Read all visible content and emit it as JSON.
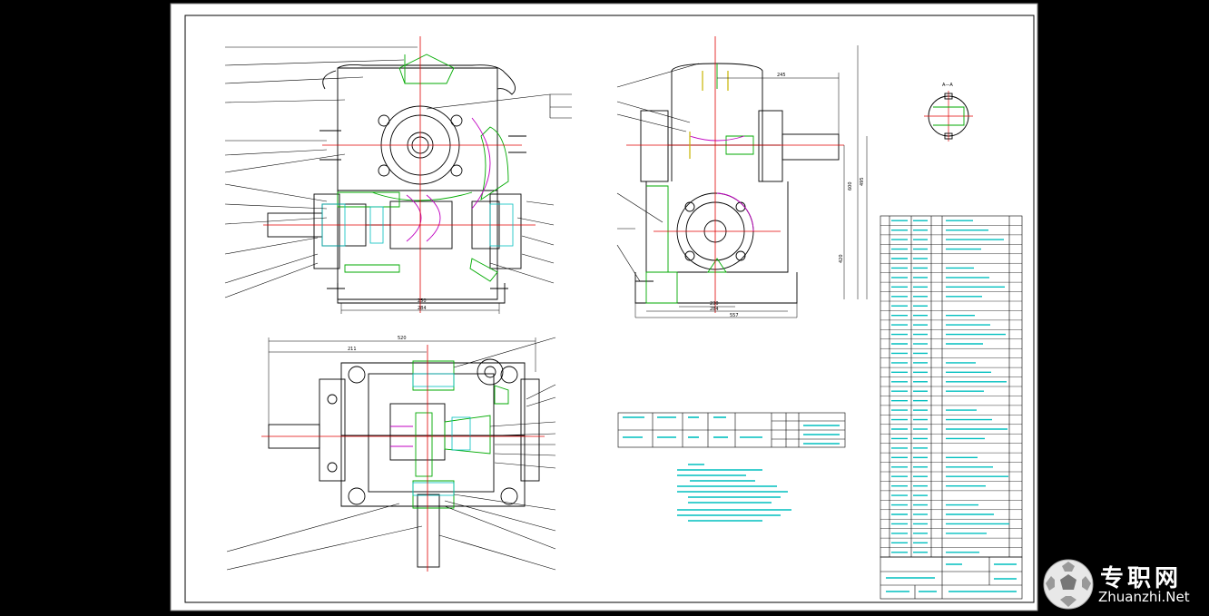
{
  "watermark": {
    "cn_text": "专职网",
    "en_text": "Zhuanzhi.Net",
    "logo_icon": "soccer-ball-icon"
  },
  "drawing": {
    "front_view": {
      "dim_bottom": [
        "250",
        "284"
      ]
    },
    "side_view": {
      "dim_top": "245",
      "dim_right": [
        "600",
        "495",
        "420"
      ],
      "dim_bottom": [
        "230",
        "284",
        "557"
      ]
    },
    "top_view": {
      "dim_top": [
        "520",
        "211"
      ]
    },
    "section_label": "A—A"
  },
  "colors": {
    "background": "#000000",
    "sheet": "#ffffff",
    "line": "#000000",
    "section": "#00aa00",
    "cyan": "#00bfbf",
    "magenta": "#c000c0",
    "red": "#e00000",
    "yellow": "#c8b400"
  }
}
